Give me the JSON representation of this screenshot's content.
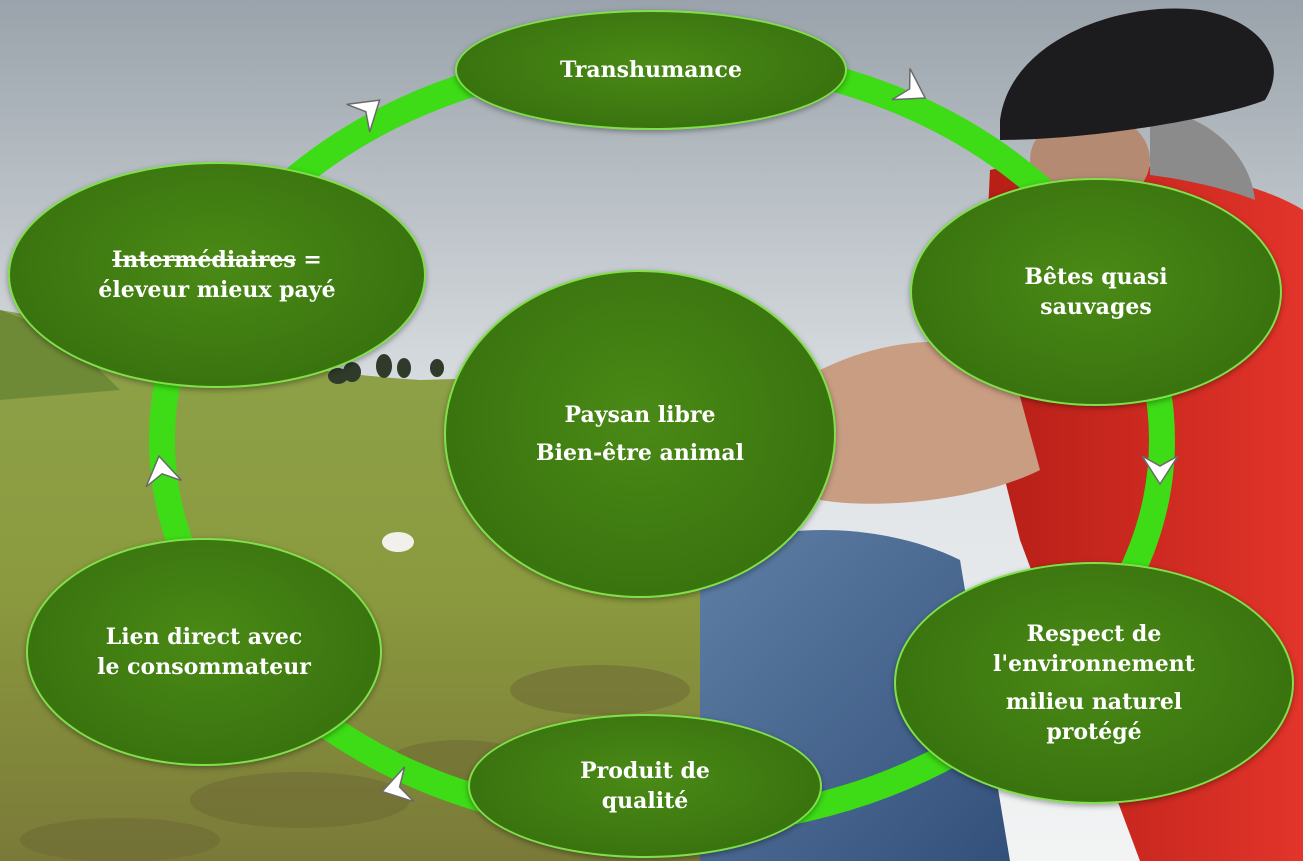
{
  "diagram": {
    "center": {
      "line1": "Paysan libre",
      "line2": "Bien-être animal"
    },
    "nodes": {
      "transhumance": {
        "line1": "Transhumance"
      },
      "betes": {
        "line1": "Bêtes quasi",
        "line2": "sauvages"
      },
      "respect": {
        "line1": "Respect de",
        "line2": "l'environnement",
        "line3": "milieu naturel",
        "line4": "protégé"
      },
      "produit": {
        "line1": "Produit de",
        "line2": "qualité"
      },
      "lien": {
        "line1": "Lien direct avec",
        "line2": "le consommateur"
      },
      "intermediaires": {
        "strike_word": "Intermédiaires",
        "rest": " =",
        "line2": "éleveur mieux payé"
      }
    }
  },
  "colors": {
    "node_fill": "#3c7710",
    "node_border": "#7fe04a",
    "ring": "#3ddc16",
    "arrow": "#ffffff",
    "text": "#ffffff"
  }
}
